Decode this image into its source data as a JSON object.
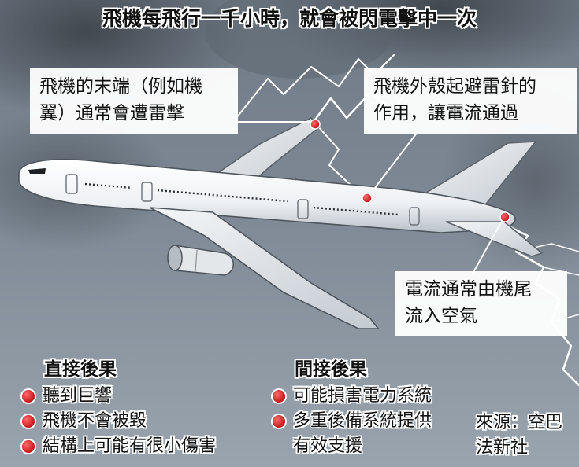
{
  "headline": "飛機每飛行一千小時，就會被閃電擊中一次",
  "callouts": {
    "wingtip": [
      "飛機的末端（例如機",
      "翼）通常會遭雷擊"
    ],
    "fuselage": [
      "飛機外殼起避雷針的",
      "作用，讓電流通過"
    ],
    "tail": [
      "電流通常由機尾",
      "流入空氣"
    ]
  },
  "direct": {
    "title": "直接後果",
    "items": [
      "聽到巨響",
      "飛機不會被毀",
      "結構上可能有很小傷害"
    ]
  },
  "indirect": {
    "title": "間接後果",
    "item1": "可能損害電力系統",
    "item2_line1": "多重後備系統提供",
    "item2_line2": "有效支援"
  },
  "source": {
    "line1": "來源：空巴",
    "line2": "法新社"
  },
  "colors": {
    "sky": "#7e8995",
    "strike_point": "#d01c1f",
    "callout_bg": "#ffffff"
  }
}
